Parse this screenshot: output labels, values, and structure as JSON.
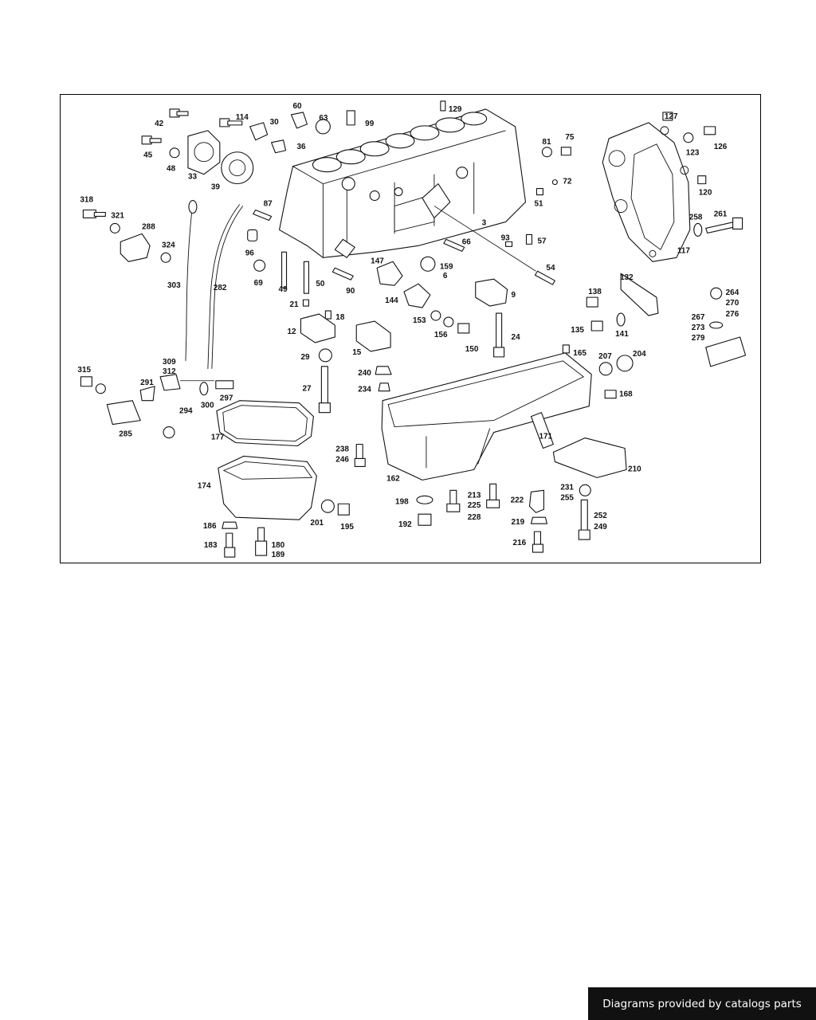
{
  "credit_text": "Diagrams provided by catalogs parts",
  "diagram": {
    "part_labels": [
      "42",
      "114",
      "60",
      "30",
      "63",
      "99",
      "129",
      "127",
      "45",
      "48",
      "36",
      "33",
      "39",
      "123",
      "126",
      "81",
      "75",
      "72",
      "51",
      "120",
      "318",
      "321",
      "288",
      "324",
      "87",
      "96",
      "69",
      "49",
      "50",
      "90",
      "21",
      "18",
      "12",
      "15",
      "3",
      "66",
      "93",
      "57",
      "54",
      "147",
      "159",
      "6",
      "144",
      "9",
      "153",
      "156",
      "150",
      "24",
      "29",
      "27",
      "240",
      "234",
      "258",
      "261",
      "117",
      "132",
      "138",
      "135",
      "141",
      "264",
      "270",
      "276",
      "267",
      "273",
      "279",
      "303",
      "282",
      "309",
      "312",
      "315",
      "291",
      "294",
      "300",
      "297",
      "285",
      "177",
      "174",
      "165",
      "207",
      "204",
      "168",
      "171",
      "238",
      "246",
      "162",
      "210",
      "231",
      "255",
      "198",
      "213",
      "225",
      "228",
      "222",
      "219",
      "216",
      "192",
      "252",
      "249",
      "201",
      "195",
      "186",
      "183",
      "180",
      "189"
    ]
  }
}
